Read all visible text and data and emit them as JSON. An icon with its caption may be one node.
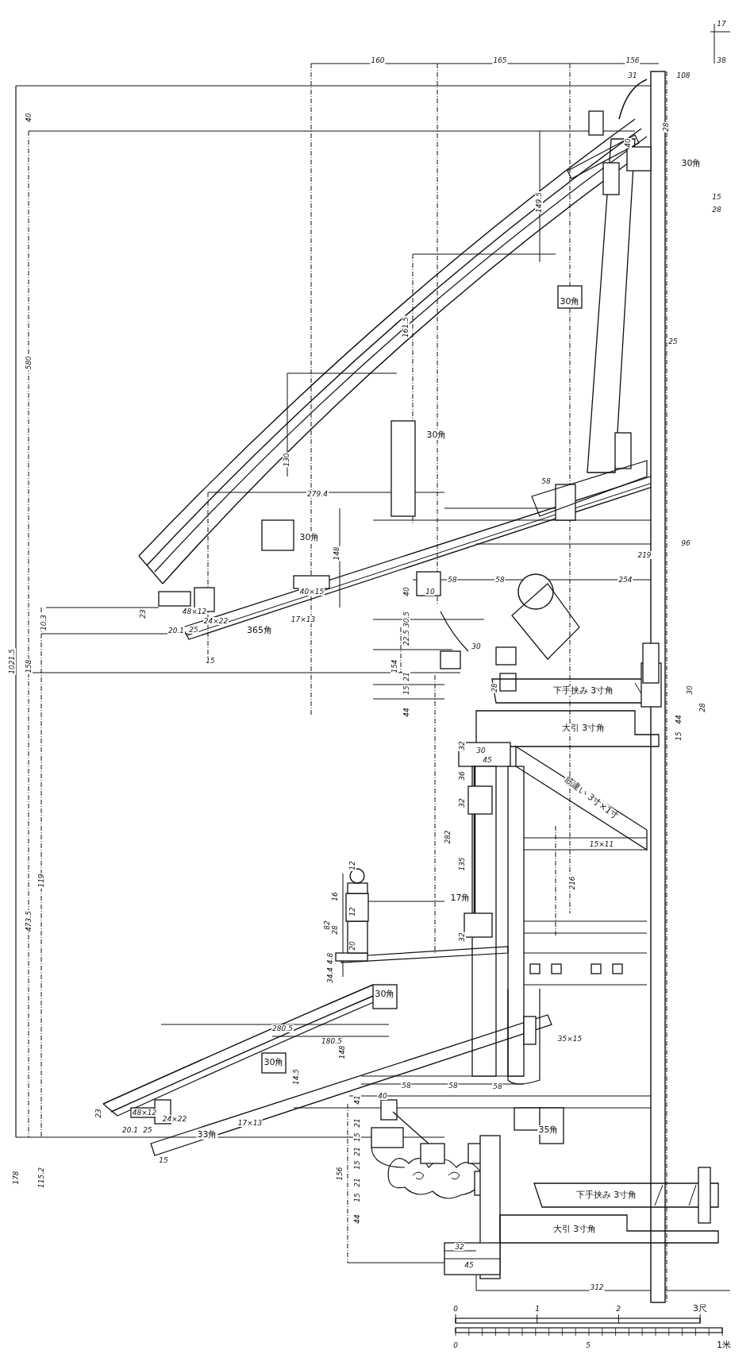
{
  "diagram": {
    "labels": [
      "17",
      "160",
      "165",
      "156",
      "38",
      "31",
      "108",
      "40",
      "28",
      "40",
      "30角",
      "149.5",
      "15",
      "28",
      "30角",
      "161.5",
      "25",
      "580",
      "30角",
      "130",
      "279.4",
      "58",
      "30角",
      "148",
      "96",
      "219",
      "58",
      "58",
      "254",
      "40×15",
      "40",
      "10",
      "23",
      "48×12",
      "24×22",
      "17×13",
      "20.1",
      "25",
      "365角",
      "10.3",
      "30.5",
      "22.5",
      "30",
      "15",
      "1021.5",
      "158",
      "154",
      "21",
      "15",
      "28",
      "下手挟み 3寸角",
      "30",
      "28",
      "44",
      "44",
      "大引 3寸角",
      "15",
      "30",
      "32",
      "45",
      "36",
      "32",
      "筋違い 3寸×1寸",
      "282",
      "15×11",
      "135",
      "119",
      "12",
      "216",
      "16",
      "17角",
      "12",
      "82",
      "473.5",
      "28",
      "32",
      "20",
      "4.8",
      "34.4",
      "30角",
      "280.5",
      "35×15",
      "180.5",
      "148",
      "30角",
      "14.5",
      "58",
      "58",
      "58",
      "40",
      "41",
      "23",
      "48×12",
      "24×22",
      "17×13",
      "21",
      "20.1",
      "25",
      "33角",
      "35角",
      "15",
      "21",
      "15",
      "15",
      "178",
      "115.2",
      "156",
      "21",
      "15",
      "下手挟み 3寸角",
      "44",
      "大引 3寸角",
      "32",
      "45",
      "312",
      "0",
      "1",
      "2",
      "3尺",
      "0",
      "5",
      "1米"
    ]
  }
}
